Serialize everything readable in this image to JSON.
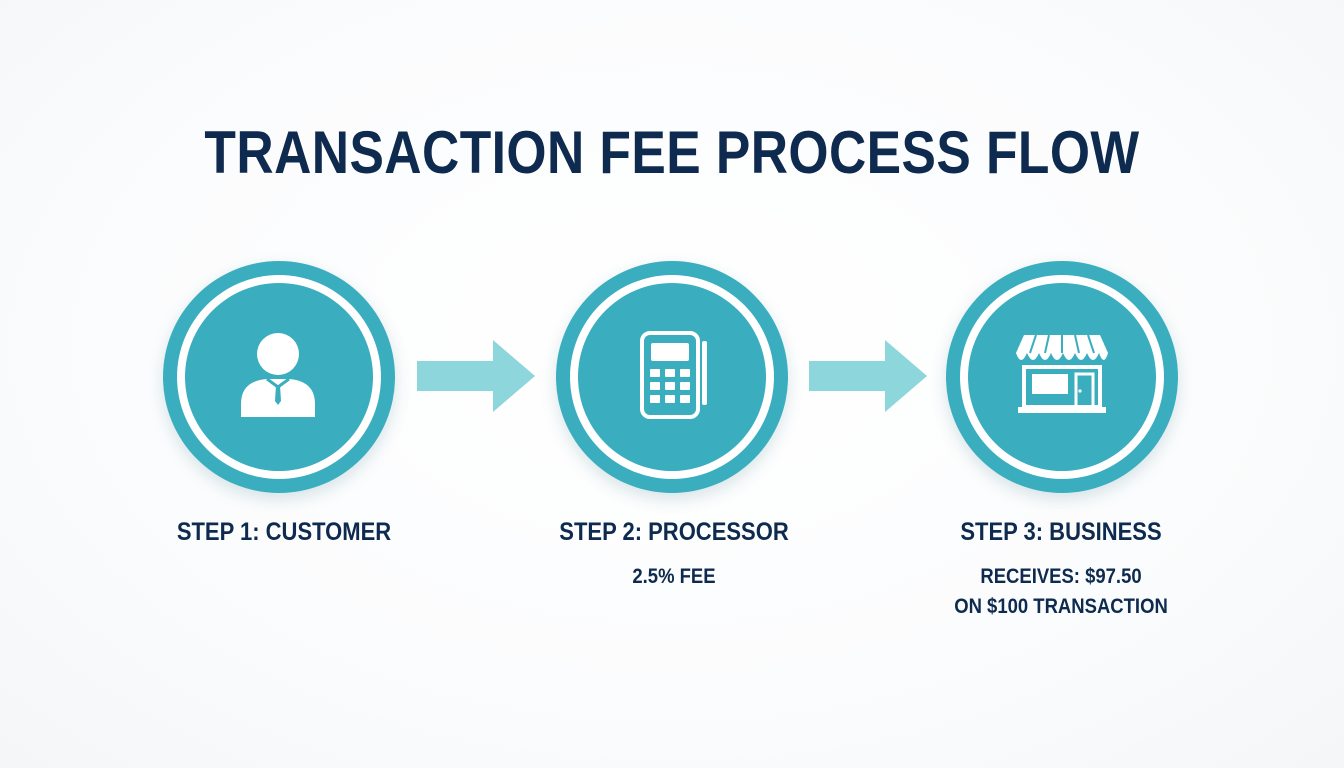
{
  "title": "TRANSACTION FEE PROCESS FLOW",
  "colors": {
    "title": "#0e2a4e",
    "circle": "#3aaebf",
    "arrow": "#8dd6dc",
    "icon": "#ffffff"
  },
  "steps": [
    {
      "label": "STEP 1: CUSTOMER",
      "icon": "person-icon",
      "details": []
    },
    {
      "label": "STEP 2: PROCESSOR",
      "icon": "card-terminal-icon",
      "details": [
        "2.5% FEE"
      ]
    },
    {
      "label": "STEP 3: BUSINESS",
      "icon": "storefront-icon",
      "details": [
        "RECEIVES: $97.50",
        "ON $100 TRANSACTION"
      ]
    }
  ]
}
